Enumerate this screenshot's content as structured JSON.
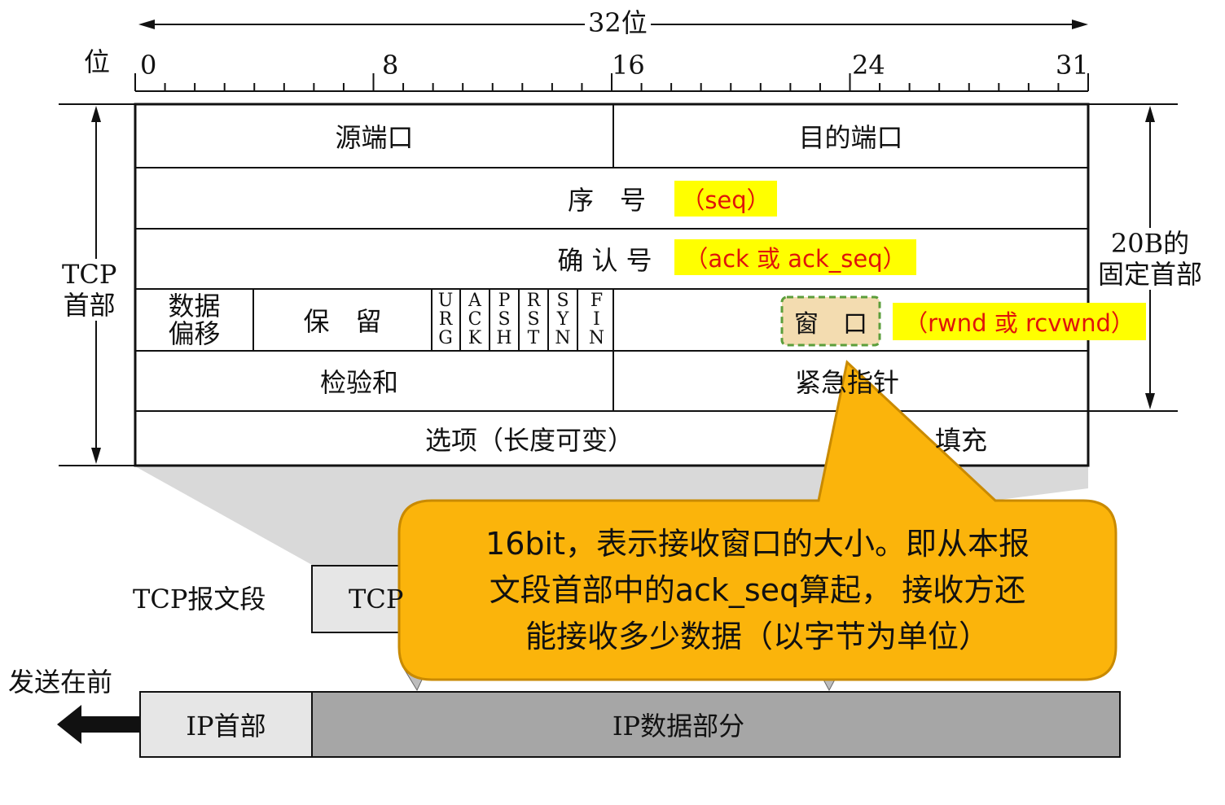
{
  "ruler": {
    "bits_label": "32位",
    "wei": "位",
    "ticks": [
      "0",
      "8",
      "16",
      "24",
      "31"
    ]
  },
  "side": {
    "tcp_header": [
      "TCP",
      "首部"
    ],
    "fixed_header": [
      "20B的",
      "固定首部"
    ]
  },
  "rows": {
    "src_port": "源端口",
    "dst_port": "目的端口",
    "seq": "序　号",
    "seq_hl": "（seq）",
    "ack": "确 认 号",
    "ack_hl": "（ack 或 ack_seq）",
    "data_offset": [
      "数据",
      "偏移"
    ],
    "reserved": "保　留",
    "flags": [
      [
        "U",
        "R",
        "G"
      ],
      [
        "A",
        "C",
        "K"
      ],
      [
        "P",
        "S",
        "H"
      ],
      [
        "R",
        "S",
        "T"
      ],
      [
        "S",
        "Y",
        "N"
      ],
      [
        "F",
        "I",
        "N"
      ]
    ],
    "window": "窗　口",
    "window_hl": "（rwnd 或 rcvwnd）",
    "checksum": "检验和",
    "urgent": "紧急指针",
    "options": "选项（长度可变）",
    "padding": "填充"
  },
  "lower": {
    "segment_label": "TCP报文段",
    "segment_tcp": "TCP",
    "send_first": "发送在前",
    "ip_header": "IP首部",
    "ip_data": "IP数据部分"
  },
  "callout": {
    "lines": [
      "16bit，表示接收窗口的大小。即从本报",
      "文段首部中的ack_seq算起， 接收方还",
      "能接收多少数据（以字节为单位）"
    ]
  },
  "colors": {
    "highlight": "#ffff00",
    "highlight_text": "#e0140a",
    "callout_fill": "#fbb40b",
    "callout_border": "#c98a00",
    "window_box": "#f3dcb0",
    "window_dash": "#5b9e3b",
    "ip_data_fill": "#a6a6a6",
    "light_fill": "#e6e6e6"
  }
}
